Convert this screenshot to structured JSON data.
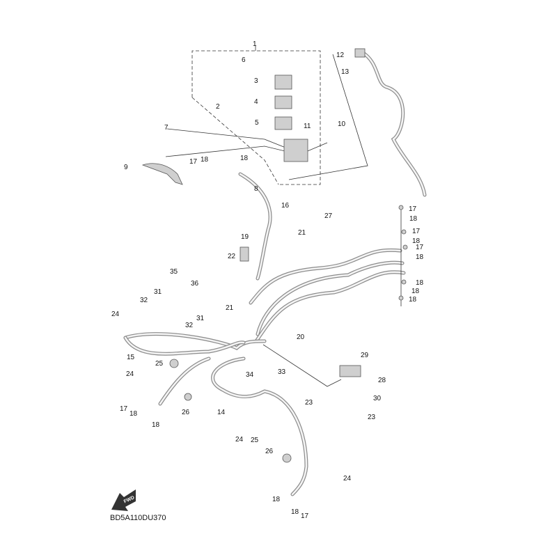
{
  "diagram": {
    "code": "BD5A110DU370",
    "fwd_mark": "FWD",
    "labels": [
      "1",
      "6",
      "3",
      "4",
      "2",
      "5",
      "7",
      "11",
      "10",
      "9",
      "17",
      "18",
      "18",
      "8",
      "12",
      "13",
      "16",
      "27",
      "21",
      "19",
      "22",
      "17",
      "18",
      "17",
      "18",
      "17",
      "18",
      "18",
      "18",
      "18",
      "35",
      "36",
      "31",
      "32",
      "24",
      "21",
      "31",
      "32",
      "20",
      "15",
      "25",
      "29",
      "33",
      "34",
      "28",
      "24",
      "30",
      "23",
      "23",
      "17",
      "18",
      "18",
      "26",
      "14",
      "24",
      "25",
      "26",
      "24",
      "18",
      "18",
      "17"
    ]
  }
}
